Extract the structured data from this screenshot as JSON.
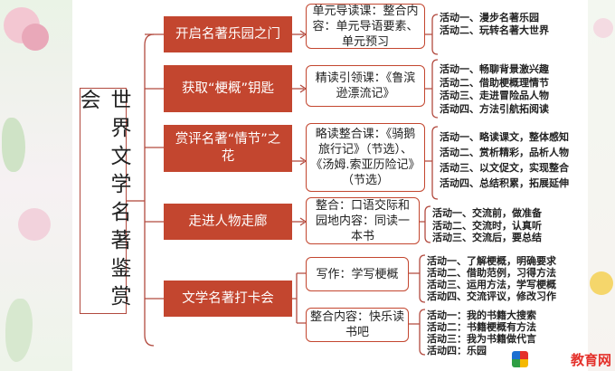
{
  "root": {
    "title": "世界文学名著鉴赏会"
  },
  "branches": [
    {
      "label": "开启名著乐园之门",
      "subs": [
        {
          "text": "单元导读课：整合内容：单元导语要素、单元预习",
          "activities": [
            "活动一、漫步名著乐园",
            "活动二、玩转名著大世界"
          ]
        }
      ]
    },
    {
      "label": "获取“梗概”钥匙",
      "subs": [
        {
          "text": "精读引领课：《鲁滨逊漂流记》",
          "activities": [
            "活动一、畅聊背景激兴趣",
            "活动二、借助梗概理情节",
            "活动三、走进冒险品人物",
            "活动四、方法引航拓阅读"
          ]
        }
      ]
    },
    {
      "label": "赏评名著“情节”之花",
      "subs": [
        {
          "text": "略读整合课：《骑鹅旅行记》（节选）、《汤姆.索亚历险记》（节选）",
          "activities": [
            "活动一、略读课文，整体感知",
            "活动二、赏析精彩，品析人物",
            "活动三、以文促文，实现整合",
            "活动四、总结积累，拓展延伸"
          ]
        }
      ]
    },
    {
      "label": "走进人物走廊",
      "subs": [
        {
          "text": "整合：口语交际和园地内容：同读一本书",
          "activities": [
            "活动一、交流前，做准备",
            "活动二、交流时，认真听",
            "活动三、交流后，要总结"
          ]
        }
      ]
    },
    {
      "label": "文学名著打卡会",
      "subs": [
        {
          "text": "写作：学写梗概",
          "activities": [
            "活动一、了解梗概，明确要求",
            "活动二、借助范例，习得方法",
            "活动三、运用方法，学写梗概",
            "活动四、交流评议，修改习作"
          ]
        },
        {
          "text": "整合内容：快乐读书吧",
          "activities": [
            "活动一：我的书籍大搜索",
            "活动二：书籍梗概有方法",
            "活动三：我为书籍做代言",
            "活动四：乐园"
          ]
        }
      ]
    }
  ],
  "watermark": {
    "site": "教育网"
  },
  "colors": {
    "accent": "#c3462f",
    "line": "#b24a3f"
  }
}
